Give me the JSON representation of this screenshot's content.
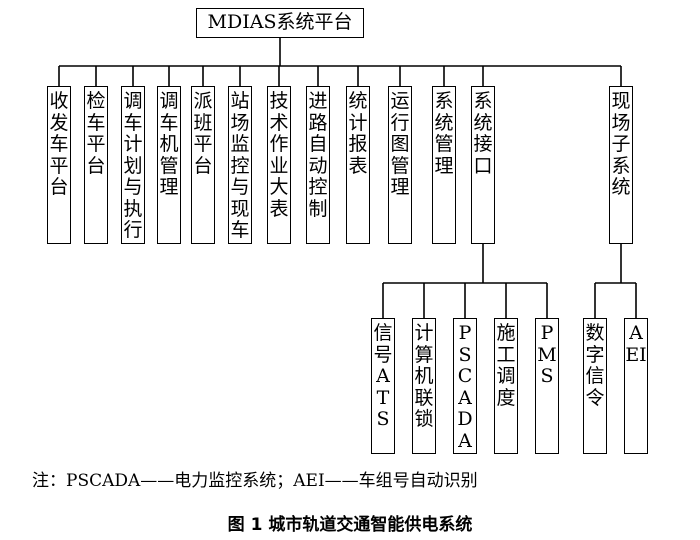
{
  "diagram": {
    "root": "MDIAS系统平台",
    "level1": [
      "收发车平台",
      "检车平台",
      "调车计划与执行",
      "调车机管理",
      "派班平台",
      "站场监控与现车",
      "技术作业大表",
      "进路自动控制",
      "统计报表",
      "运行图管理",
      "系统管理",
      "系统接口",
      "现场子系统"
    ],
    "interface_children": [
      "信号ATS",
      "计算机联锁",
      "PSCADA",
      "施工调度",
      "PMS"
    ],
    "field_children": [
      "数字信令",
      "AEI"
    ]
  },
  "note": "注：PSCADA——电力监控系统；AEI——车组号自动识别",
  "caption": "图 1 城市轨道交通智能供电系统"
}
